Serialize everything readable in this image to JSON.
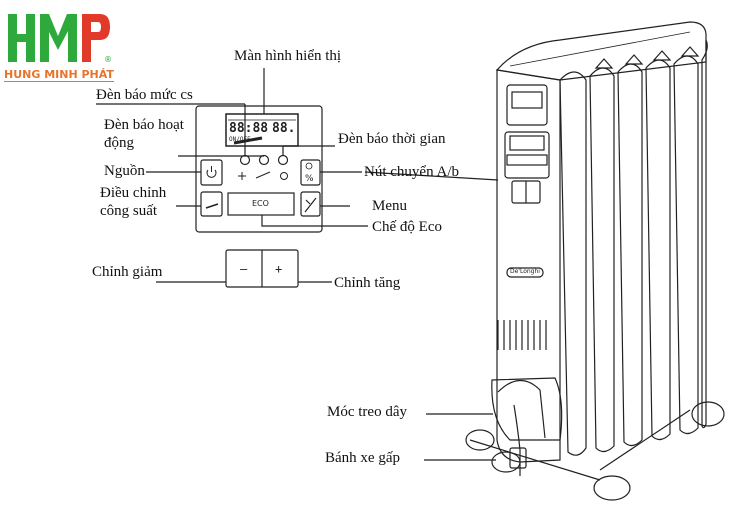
{
  "logo": {
    "mark": "HMP",
    "name": "HUNG MINH PHÁT",
    "registered": "®",
    "colors": {
      "green": "#2eaa3c",
      "red": "#e23a2a",
      "orange": "#e8742c"
    }
  },
  "panel": {
    "lcd_digits_left": "88:88",
    "lcd_digits_right": "88.",
    "lcd_onoff": "ON/OFF",
    "eco_button": "ECO",
    "minus_button": "–",
    "plus_button": "+"
  },
  "labels": {
    "display": "Màn hình hiển thị",
    "power_level_light": "Đèn báo mức cs",
    "operation_light": "Đèn báo hoạt động",
    "power": "Nguồn",
    "power_adjust": "Điều chỉnh công suất",
    "timer_light": "Đèn báo thời gian",
    "ab_switch": "Nút chuyển A/b",
    "menu": "Menu",
    "eco_mode": "Chế độ Eco",
    "decrease": "Chỉnh giảm",
    "increase": "Chỉnh tăng",
    "cord_hook": "Móc treo dây",
    "folding_wheels": "Bánh xe gấp"
  },
  "heater": {
    "brand": "De'Longhi"
  }
}
